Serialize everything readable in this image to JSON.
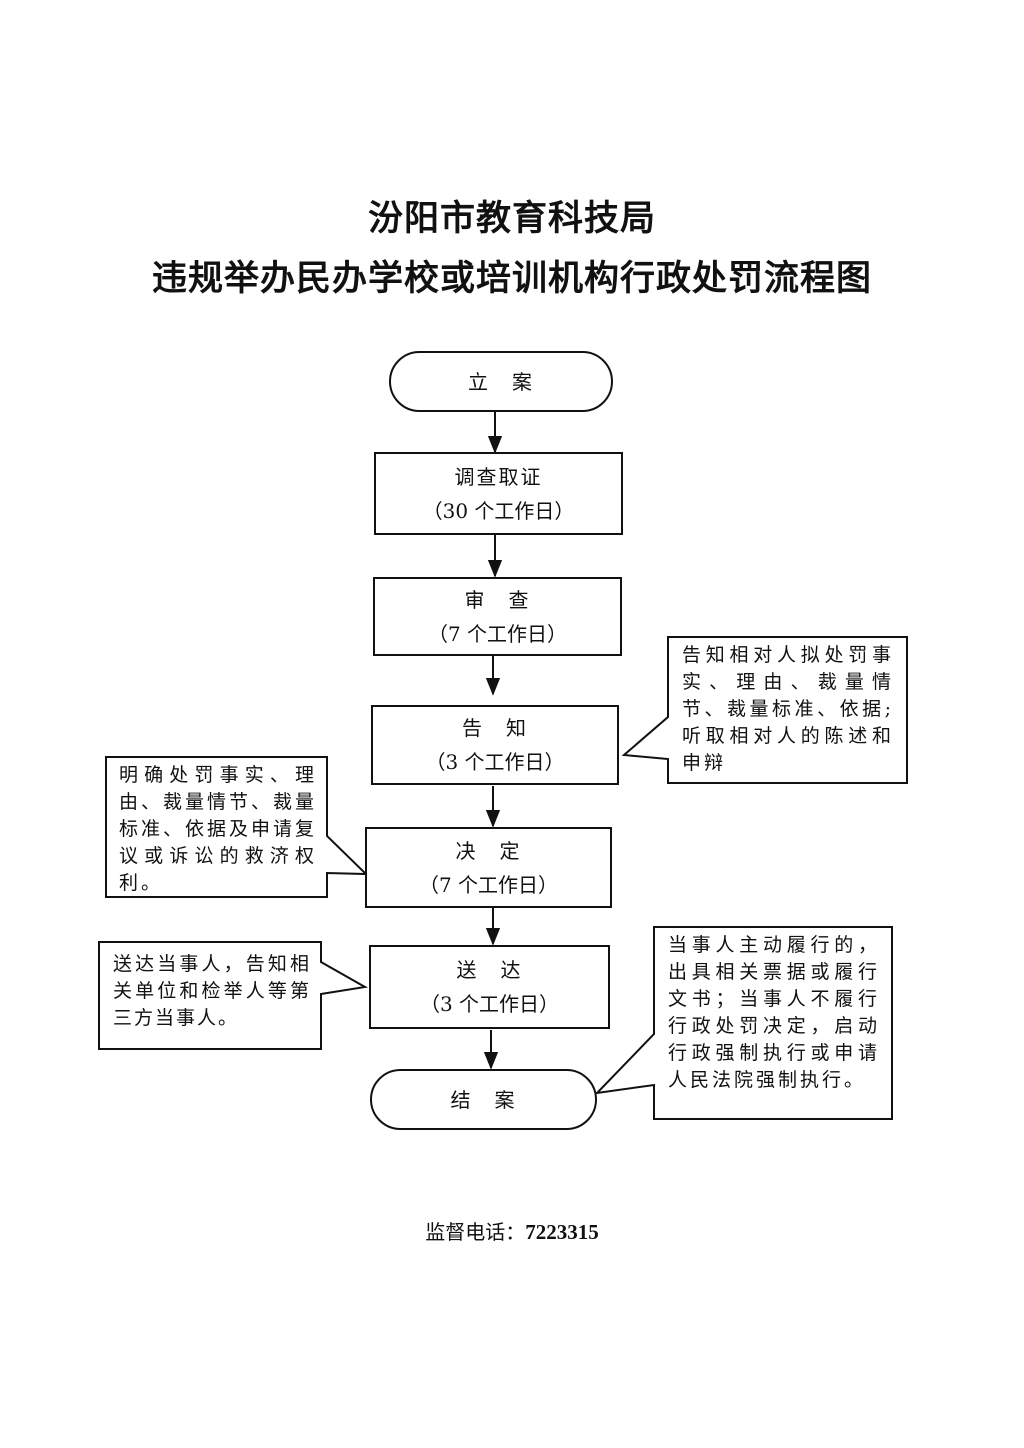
{
  "title": {
    "line1": "汾阳市教育科技局",
    "line2": "违规举办民办学校或培训机构行政处罚流程图"
  },
  "steps": {
    "lian": {
      "label": "立　案"
    },
    "diaocha": {
      "label": "调查取证",
      "duration": "（30 个工作日）"
    },
    "shencha": {
      "label": "审　查",
      "duration": "（7 个工作日）"
    },
    "gaozhi": {
      "label": "告　知",
      "duration": "（3 个工作日）"
    },
    "jueding": {
      "label": "决　定",
      "duration": "（7 个工作日）"
    },
    "songda": {
      "label": "送　达",
      "duration": "（3 个工作日）"
    },
    "jiean": {
      "label": "结　案"
    }
  },
  "notes": {
    "gaozhi": "告知相对人拟处罚事实、理由、裁量情节、裁量标准、依据;听取相对人的陈述和申辩",
    "jueding": "明确处罚事实、理由、裁量情节、裁量标准、依据及申请复议或诉讼的救济权利。",
    "songda": "送达当事人，告知相关单位和检举人等第三方当事人。",
    "jiean": "当事人主动履行的，出具相关票据或履行文书；当事人不履行行政处罚决定，启动行政强制执行或申请人民法院强制执行。"
  },
  "footer": {
    "label": "监督电话：",
    "phone": "7223315"
  }
}
